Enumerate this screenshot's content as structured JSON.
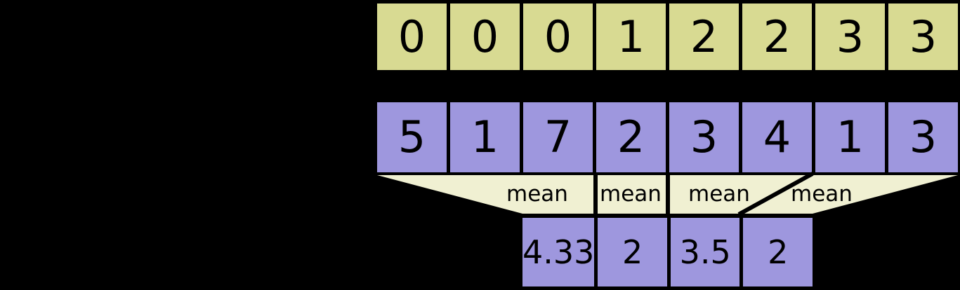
{
  "diagram": {
    "kind": "segment-mean-operation",
    "colors": {
      "background": "#000000",
      "segment_ids_cell_fill": "#d8da92",
      "data_cell_fill": "#9e97de",
      "result_cell_fill": "#9e97de",
      "funnel_fill": "#f0f0d2",
      "border": "#000000",
      "text": "#000000"
    },
    "segment_ids_row": {
      "values": [
        "0",
        "0",
        "0",
        "1",
        "2",
        "2",
        "3",
        "3"
      ]
    },
    "data_row": {
      "values": [
        "5",
        "1",
        "7",
        "2",
        "3",
        "4",
        "1",
        "3"
      ]
    },
    "operation_labels": [
      "mean",
      "mean",
      "mean",
      "mean"
    ],
    "result_row": {
      "values": [
        "4.33",
        "2",
        "3.5",
        "2"
      ]
    }
  }
}
